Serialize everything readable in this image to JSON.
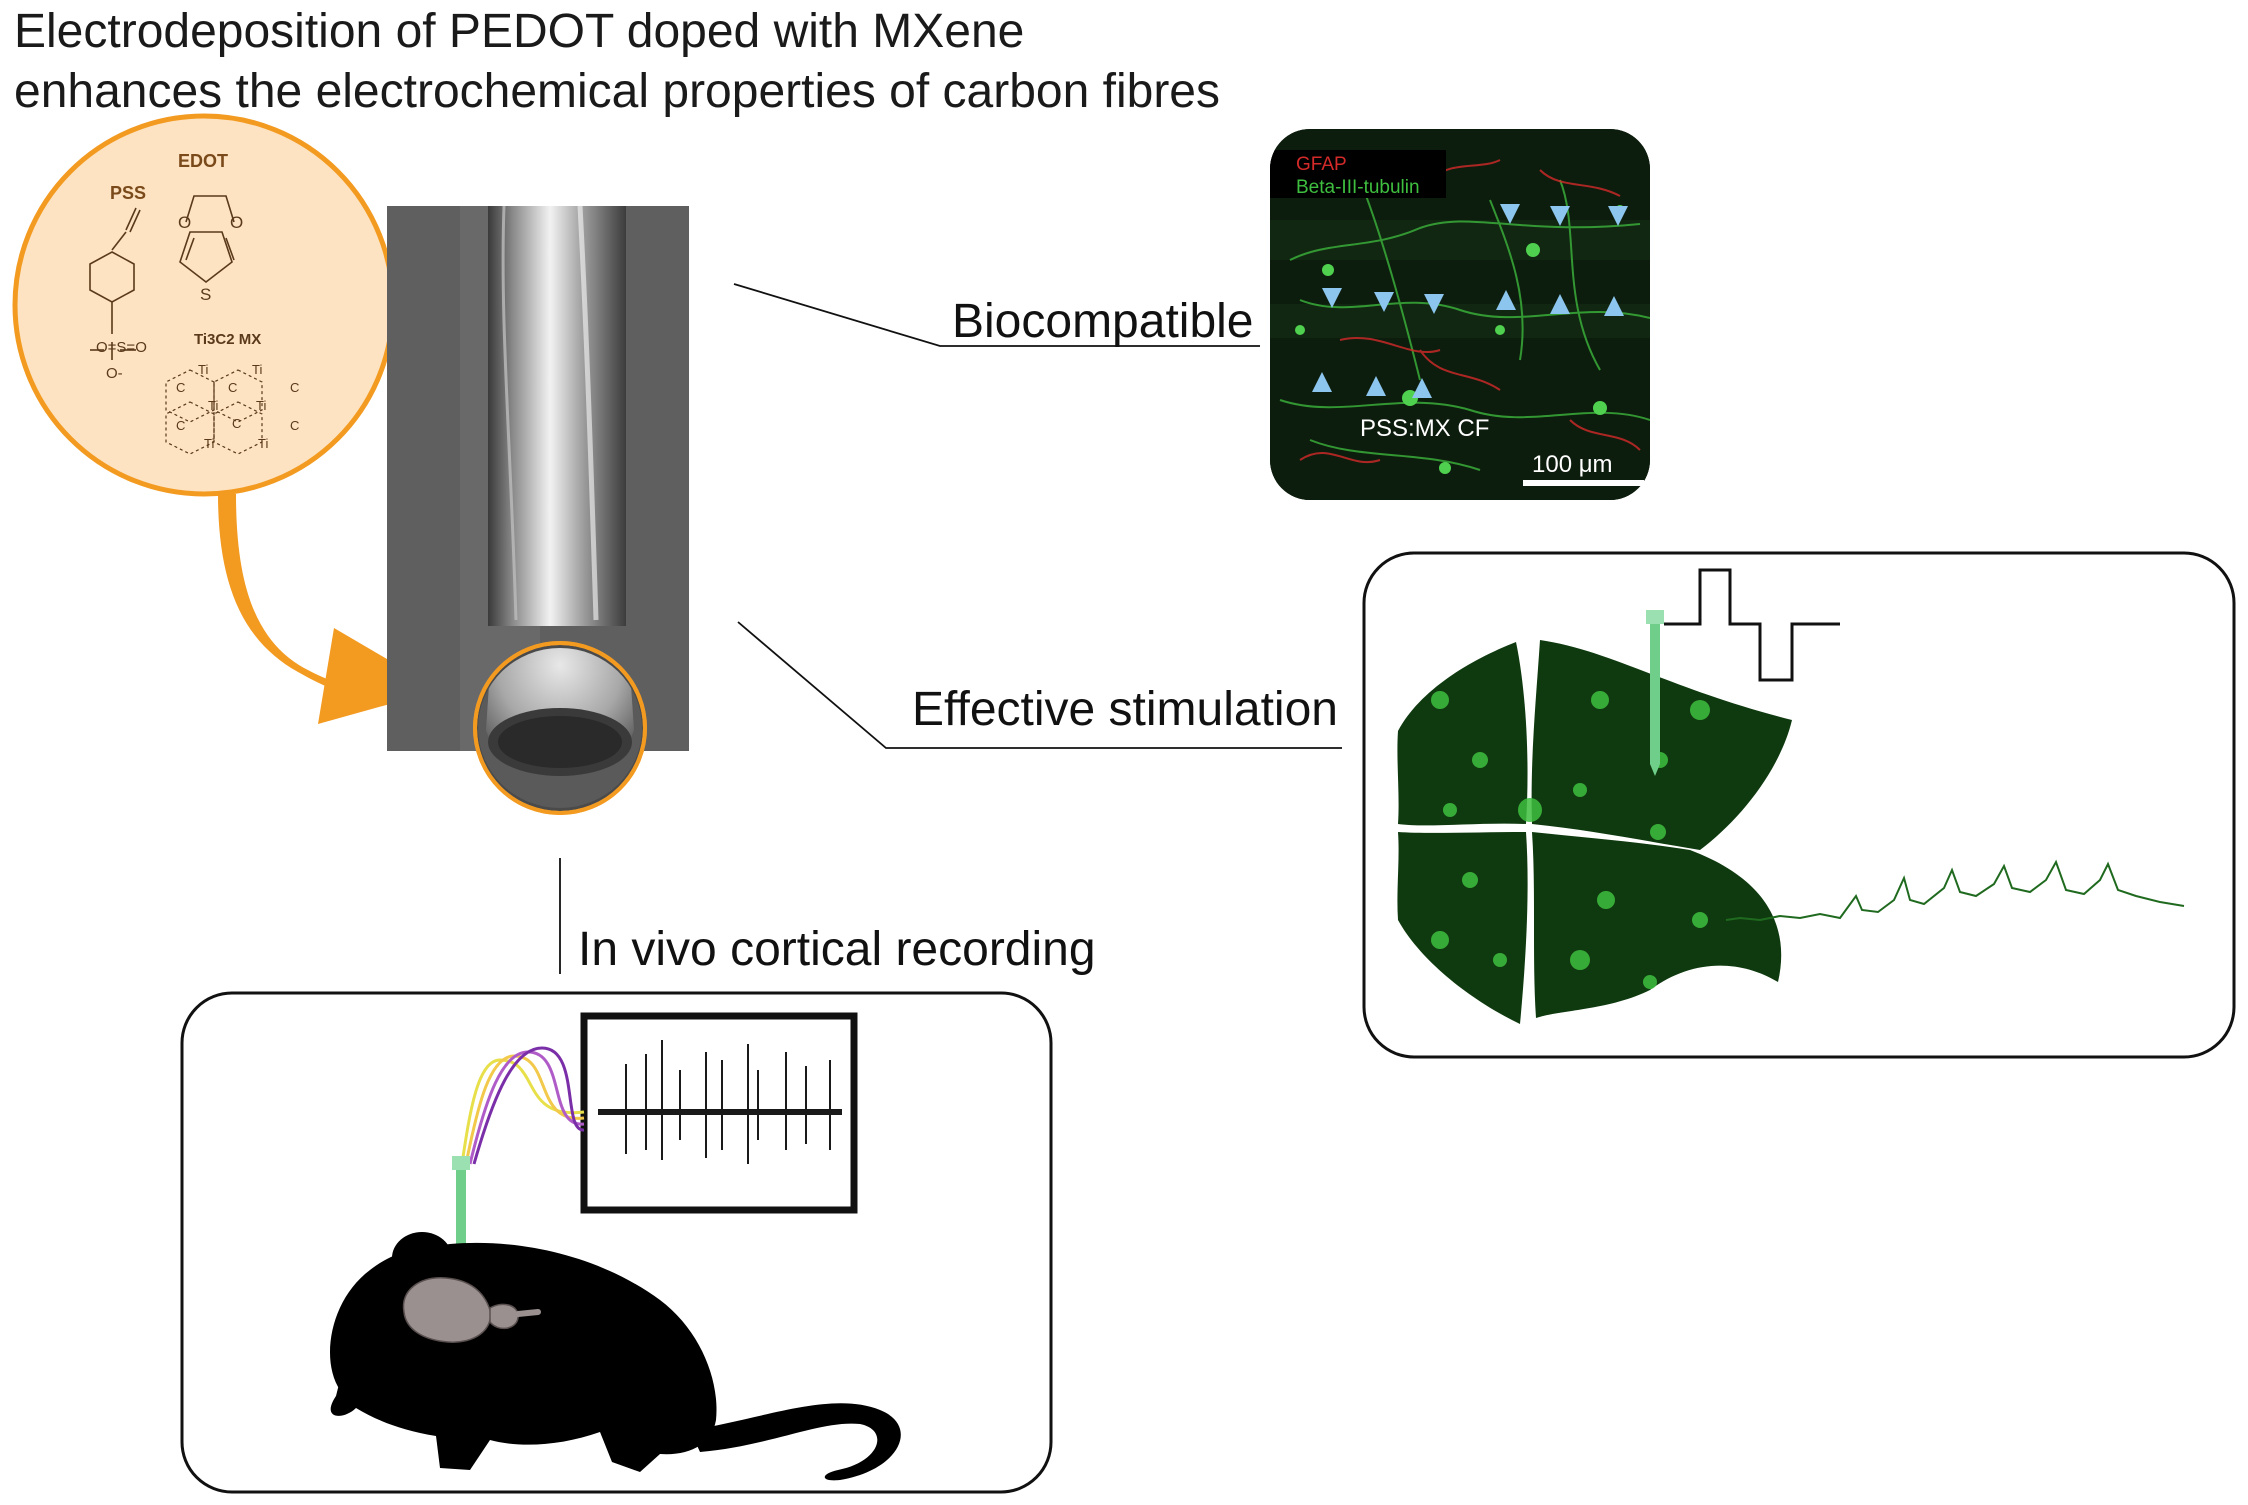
{
  "title": {
    "line1": "Electrodeposition of PEDOT doped with MXene",
    "line2": "enhances the electrochemical properties of carbon fibres"
  },
  "chemistry": {
    "edot": "EDOT",
    "pss": "PSS",
    "mx": "Ti3C2 MX",
    "oxygen": "O",
    "sulfur": "S",
    "titanium": "Ti",
    "carbon": "C",
    "sulfonate_o_minus": "O-"
  },
  "labels": {
    "biocompatible": "Biocompatible",
    "stimulation": "Effective stimulation",
    "recording": "In vivo cortical recording"
  },
  "micrograph": {
    "stain_gfap": "GFAP",
    "stain_tubulin": "Beta-III-tubulin",
    "sample": "PSS:MX CF",
    "scale": "100 μm"
  },
  "colors": {
    "orange": "#f39a21",
    "peach": "#fde3c1",
    "chem_brown": "#7a4a1a",
    "gfap_red": "#d42a2a",
    "tubulin_green": "#3fbf3f",
    "arrow_blue": "#8cc6ee",
    "dark_green": "#0f3a0f",
    "trace_green": "#1f6a1f",
    "probe_green": "#6fcf8a"
  },
  "icons": [
    "mouse-silhouette-icon",
    "brain-icon",
    "electrode-probe-icon",
    "down-arrow-icon",
    "up-arrow-icon",
    "curved-arrow-icon"
  ]
}
